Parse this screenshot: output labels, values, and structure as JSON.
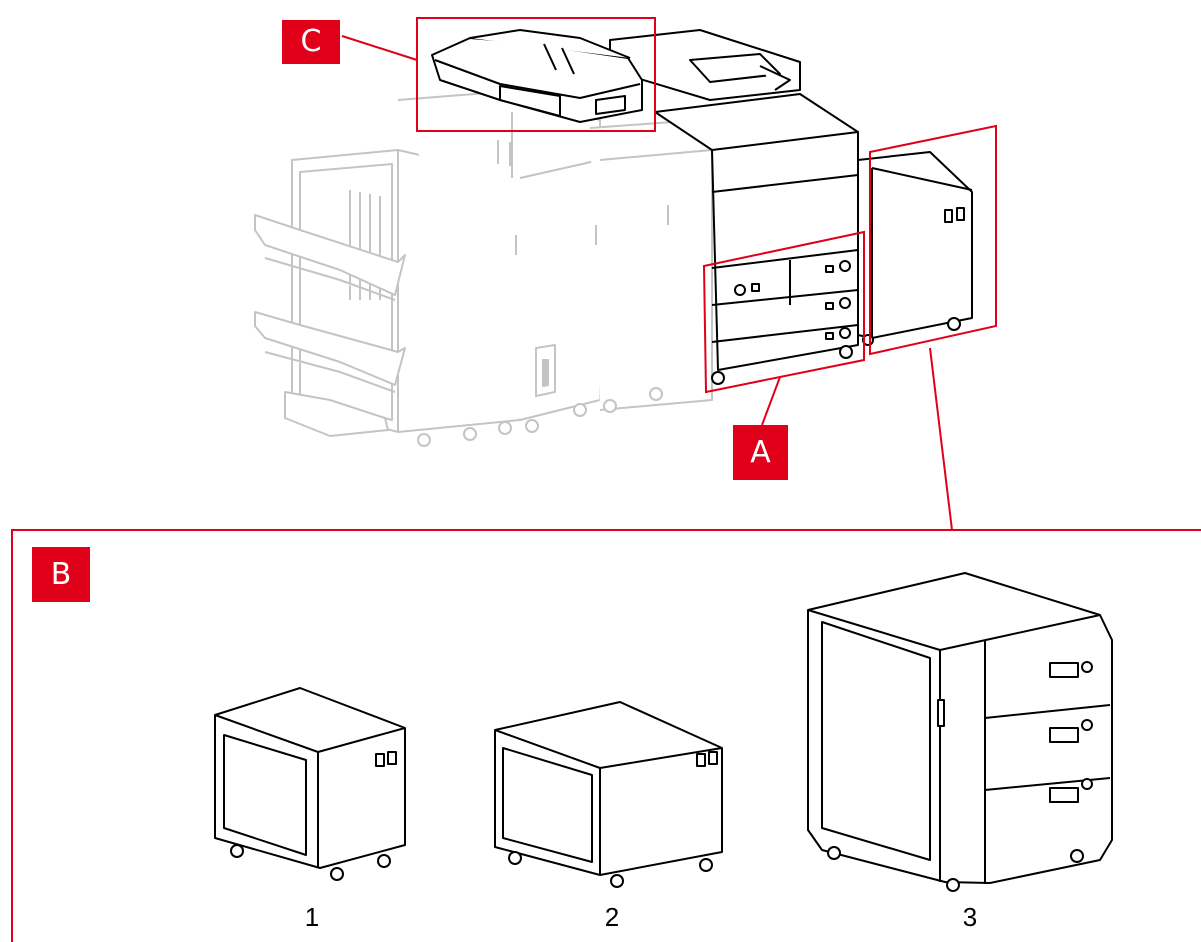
{
  "labels": {
    "a": "A",
    "b": "B",
    "c": "C"
  },
  "options": [
    "1",
    "2",
    "3"
  ],
  "colors": {
    "highlight": "#e0001a",
    "faded": "#bfbfbf",
    "line": "#000000"
  }
}
